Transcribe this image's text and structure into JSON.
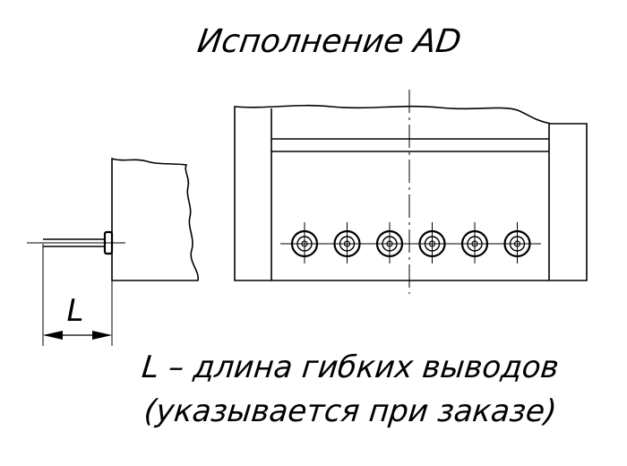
{
  "drawing": {
    "title": "Исполнение AD",
    "dimension_label": "L",
    "note_line1": "L – длина гибких выводов",
    "note_line2": "(указывается при заказе)",
    "terminal_count": 6
  },
  "colors": {
    "ink": "#000000",
    "background": "#ffffff"
  }
}
